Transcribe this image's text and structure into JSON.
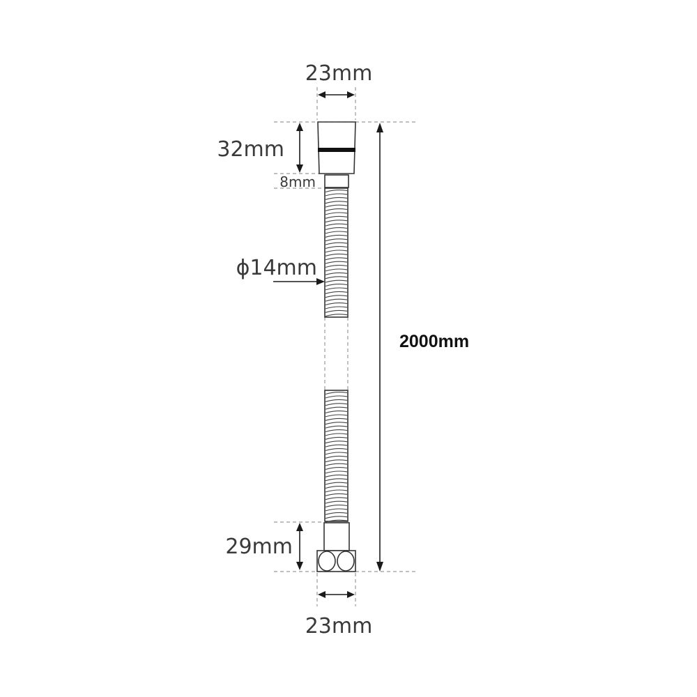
{
  "diagram": {
    "labels": {
      "top_width": "23mm",
      "top_nut_height": "32mm",
      "sleeve_height": "8mm",
      "hose_diameter": "ϕ14mm",
      "total_length": "2000mm",
      "bottom_nut_height": "29mm",
      "bottom_width": "23mm"
    },
    "colors": {
      "line": "#333333",
      "dash": "#9a9a9a",
      "text": "#3a3a3a",
      "band": "#111111"
    }
  }
}
